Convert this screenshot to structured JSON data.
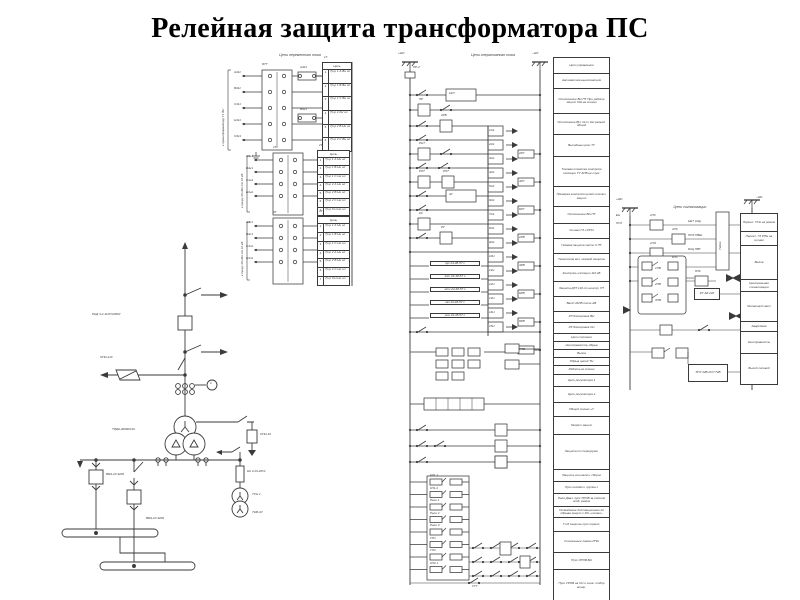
{
  "title": "Релейная защита трансформатора ПС",
  "colors": {
    "ink": "#3a3a3a",
    "paper": "#ffffff",
    "title": "#000000"
  },
  "ac_section": {
    "header": "Цепи переменного тока",
    "blocks": [
      {
        "tag": "ЯТТ",
        "device": "1Т",
        "bracket": "к трансформатору Т1 ВН",
        "left_labels": [
          "А411",
          "В411",
          "С411",
          "Н411",
          "О411"
        ],
        "fuse_labels": [
          "А421",
          "В421"
        ],
        "table_header": "Цепь",
        "rows": [
          [
            "1",
            "Тр-р 1 А Вн ил"
          ],
          [
            "2",
            "Тр-р 1 В Вн ил"
          ],
          [
            "3",
            "Тр-р 1 С Вн ил"
          ],
          [
            "4",
            "Тр-р 2 2Н ил"
          ],
          [
            "5",
            "Тр-р 2 В Нн ил"
          ],
          [
            "6",
            "Тр-р 2 С Вн ил"
          ]
        ]
      },
      {
        "tag": "2Т",
        "device": "2Т",
        "bracket": "к тр-ру 40 кВА СН 10 кВ",
        "left_labels": [
          "А4н1",
          "В4н1",
          "С4н1",
          "Н4н1"
        ],
        "fuse_labels": [],
        "table_header": "Цепь",
        "rows": [
          [
            "1",
            "Тр-р 1 А Нн ил"
          ],
          [
            "2",
            "Тр-р 1 В Нн ил"
          ],
          [
            "3",
            "Тр-р 1 С Нн ил"
          ],
          [
            "4",
            "Тр-р 2 А Нн ил"
          ],
          [
            "5",
            "Тр-р 2 В Нн ил"
          ],
          [
            "6",
            "Тр-р 2 С Нн ил"
          ],
          [
            "7",
            "Тр-р 0 Н Нн ил"
          ]
        ]
      },
      {
        "tag": "3Т",
        "device": "3Т",
        "bracket": "к тр-ру 40 кВА НН 10 кВ",
        "left_labels": [
          "А4п1",
          "В4п1",
          "С4п1",
          "Н4п1"
        ],
        "fuse_labels": [],
        "table_header": "Цепь",
        "rows": [
          [
            "1",
            "Тр-р 1 А Нн ил"
          ],
          [
            "2",
            "Тр-р 1 В Нн ил"
          ],
          [
            "3",
            "Тр-р 1 С Нн ил"
          ],
          [
            "4",
            "Тр-р 2 А Нн ил"
          ],
          [
            "5",
            "Тр-р 2 В Нн ил"
          ],
          [
            "6",
            "Тр-р 2 С Нн ил"
          ],
          [
            "7",
            "Тр-р 0 Н Нн ил"
          ]
        ]
      }
    ]
  },
  "dc_section": {
    "header": "Цепи оперативного тока",
    "bus_plus": "+ШУ",
    "bus_minus": "−ШУ",
    "fuse": "ПР-2",
    "rung_codes": [
      "1КЛ",
      "ПР",
      "2РВ",
      "РТ-40",
      "РНТ",
      "2ЛУ",
      "РП7",
      "АУ",
      "УТТ",
      "КС",
      "РУ",
      "РВ"
    ],
    "terminal_strip": [
      "1Н1",
      "2Н1",
      "3Н1",
      "4Н1",
      "5Н1",
      "6Н1",
      "7Н1",
      "8Н1",
      "9Н1",
      "10Н",
      "11Н",
      "12Н",
      "13Н",
      "14Н",
      "15Н"
    ],
    "strip_out": [
      "2РУ",
      "4РУ",
      "6РУ",
      "2РВ",
      "4РВ",
      "6РВ",
      "8РВ",
      "РПВ"
    ],
    "wide_boxes": [
      "дуг 24-48-57 с",
      "дзт 24-48-57 с",
      "мтз 24-48-57 с",
      "газ 24-48-57 с",
      "рпн 24-48-57 с"
    ],
    "matrix_left": [
      "КЛ1.1",
      "КЛ1.2",
      "Реле 1",
      "Реле 2",
      "Реле 3",
      "УП1",
      "УП2",
      "КЛ2.1"
    ],
    "matrix_right": [
      "КЛ1",
      "КЛ2",
      "КЛ3",
      "КЛ4",
      "КЛ5",
      "КЛ6",
      "КЛ7",
      "КЛ8"
    ]
  },
  "purpose_column": {
    "rows": [
      "Цепи управления",
      "Автоматика выключателя",
      "Отключение ВН ПТ При работе защит СШ на сигнал",
      "Отключение ВН, СН и НН разъед. общий",
      "Выходные цепи ТУ",
      "Токовая отметка контроля изоляции ТУ АПВ не служ.",
      "Проверка контроля цепей отключ. защит",
      "Отключение ВН ПТ",
      "Сигнал ГЗ и РПН",
      "Газовая защита части II ПТ",
      "Технология вкл. газовой защиты",
      "Контроль изоляции 110 кВ",
      "Защита ДЗТ 110 от неиспр. ПТ",
      "Ввод ЧАПВ после АВ",
      "РЗ блокировка ВН",
      "РЗ блокировка СН",
      "Цепи питания",
      "Неисправность обрыв",
      "Вызов",
      "Обрыв цепей ТН",
      "Работа на сигнал",
      "Цепи регулятора 1",
      "Цепи регулятора 2",
      "Общий сигнал +Т",
      "Запрет защит",
      "Защита от перегрузки",
      "Защита шин включ. сборок",
      "Пуск охладит. группы I",
      "Реле Давл. пуск УРОВ за счётом особ. режим",
      "Охлаждение дистанционное до обрыва защит с РН «сигнал»",
      "Т-об защиты пуск перекл.",
      "Сигнальные лампы РПН",
      "Пуск УРОВ ВН",
      "Пуск УРОВ на СН и сниж. отбор мощн."
    ]
  },
  "signal_section": {
    "header": "Цепи сигнализации",
    "bus_left": "+ШС",
    "bus_right": "−ШС",
    "left_terms": [
      "ЕН",
      "ПУЛ"
    ],
    "relays": [
      "2ЛС",
      "4ЛС",
      "2ЛО",
      "6ЛС",
      "8ЛС"
    ],
    "wire_labels": [
      "НЕТ (АЦ)",
      "ПОЗ ПВШ",
      "РАЦ ПВТ"
    ],
    "panel": "Табло",
    "sub_block": [
      "1ПВ",
      "2ПВ",
      "3ПВ"
    ],
    "battery_box": "РУ АБ 220",
    "bottom_box": "ЗПУ 24В 2СП 72В",
    "mini_table": [
      "Перекл. ТСН на режим",
      "Перекл. ГЗ РПН на сигнал",
      "Вызов",
      "Центральная сигнализация",
      "Мигающий свет",
      "Аварийная",
      "Неисправность",
      "Выход силовой"
    ]
  },
  "left_diagram": {
    "labels": {
      "disconnector": "РНД 3-2-110У/1000У",
      "arrester_hv": "ОПН-110",
      "transformer": "ТРДН-40000/110",
      "arrester_mv": "ОПН-10",
      "breaker1": "ВБЭ-10-3200",
      "breaker2": "ВБЭ-10-3200",
      "fuse": "НК 3-10-20У1",
      "tsn": "ТСН 1",
      "tsn_type": "ТНВ-4У",
      "meter": "2"
    }
  }
}
